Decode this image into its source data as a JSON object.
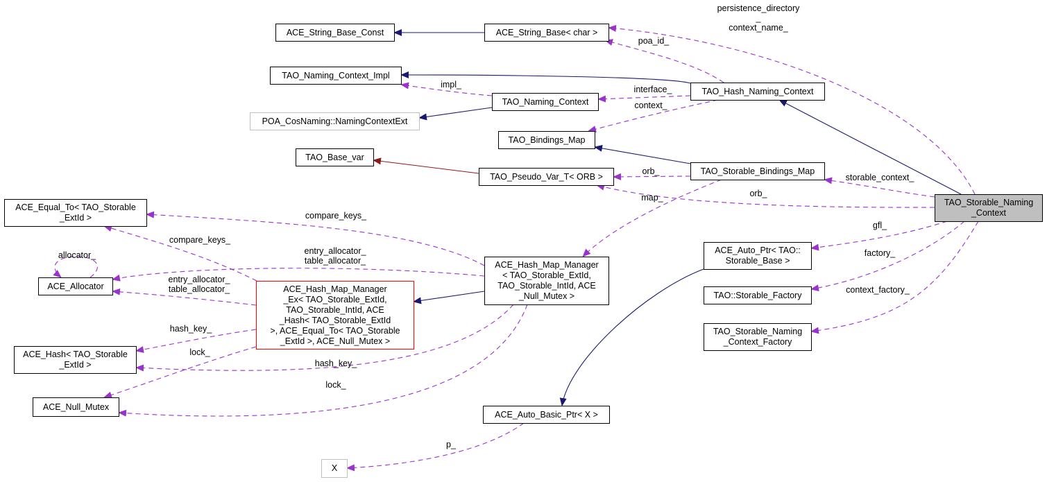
{
  "nodes": {
    "string_base_const": "ACE_String_Base_Const",
    "string_base": "ACE_String_Base< char >",
    "naming_context_impl": "TAO_Naming_Context_Impl",
    "naming_context": "TAO_Naming_Context",
    "poa_naming": "POA_CosNaming::NamingContextExt",
    "hash_naming_context": "TAO_Hash_Naming_Context",
    "bindings_map": "TAO_Bindings_Map",
    "base_var": "TAO_Base_var",
    "pseudo_var": "TAO_Pseudo_Var_T< ORB >",
    "storable_bindings_map": "TAO_Storable_Bindings_Map",
    "storable_naming_context": "TAO_Storable_Naming\n_Context",
    "equal_to": "ACE_Equal_To< TAO_Storable\n_ExtId >",
    "allocator": "ACE_Allocator",
    "hash_map_manager_ex": "ACE_Hash_Map_Manager\n_Ex< TAO_Storable_ExtId,\n TAO_Storable_IntId, ACE\n_Hash< TAO_Storable_ExtId\n >, ACE_Equal_To< TAO_Storable\n_ExtId >, ACE_Null_Mutex >",
    "hash_map_manager": "ACE_Hash_Map_Manager\n< TAO_Storable_ExtId,\n TAO_Storable_IntId, ACE\n_Null_Mutex >",
    "auto_ptr": "ACE_Auto_Ptr< TAO::\nStorable_Base >",
    "storable_factory": "TAO::Storable_Factory",
    "context_factory": "TAO_Storable_Naming\n_Context_Factory",
    "hash": "ACE_Hash< TAO_Storable\n_ExtId >",
    "null_mutex": "ACE_Null_Mutex",
    "auto_basic_ptr": "ACE_Auto_Basic_Ptr< X >",
    "x": "X"
  },
  "edge_labels": {
    "persistence_directory": "persistence_directory\n_\ncontext_name_",
    "poa_id": "poa_id_",
    "impl": "impl_",
    "interface": "interface_",
    "context": "context_",
    "orb_upper": "orb_",
    "storable_context": "storable_context_",
    "orb_lower": "orb_",
    "map": "map_",
    "compare_keys_a": "compare_keys_",
    "compare_keys_b": "compare_keys_",
    "allocator": "allocator_",
    "entry_table_a": "entry_allocator_\ntable_allocator_",
    "entry_table_b": "entry_allocator_\ntable_allocator_",
    "gfl": "gfl_",
    "factory": "factory_",
    "context_factory": "context_factory_",
    "hash_key_a": "hash_key_",
    "lock_a": "lock_",
    "hash_key_b": "hash_key_",
    "lock_b": "lock_",
    "p": "p_"
  },
  "colors": {
    "inheritance": "#191970",
    "usage": "#9a32cd",
    "private_inheritance": "#8b1a1a",
    "focus_fill": "#bfbfbf",
    "incomplete_border": "#ff0000"
  }
}
